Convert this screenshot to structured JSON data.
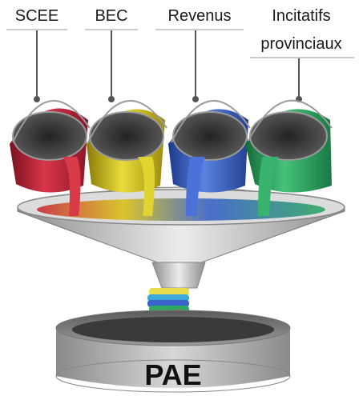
{
  "labels": {
    "scee": "SCEE",
    "bec": "BEC",
    "revenus": "Revenus",
    "incitatifs_line1": "Incitatifs",
    "incitatifs_line2": "provinciaux"
  },
  "target": "PAE",
  "colors": {
    "red": "#c8283a",
    "yellow": "#d9c21a",
    "blue": "#3a62c9",
    "green": "#2ea862",
    "connector": "#555555",
    "funnel": "#c9c9c9",
    "basin": "#b9b9b9"
  }
}
